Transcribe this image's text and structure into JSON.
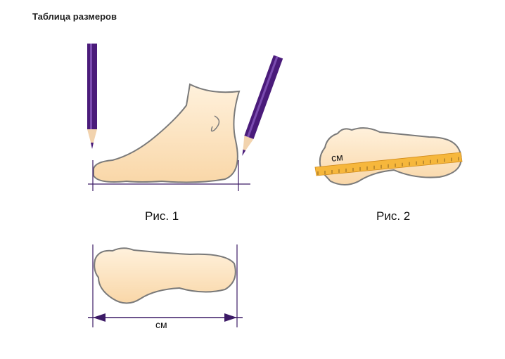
{
  "title": "Таблица размеров",
  "fig1_caption": "Рис. 1",
  "fig2_caption": "Рис. 2",
  "unit_label_fig2": "см",
  "unit_label_fig3": "см",
  "colors": {
    "foot": "#fde3bd",
    "outline": "#7a7a7a",
    "pencil": "#4a1b7a",
    "ruler": "#f6b73c",
    "line": "#3c1a66"
  }
}
